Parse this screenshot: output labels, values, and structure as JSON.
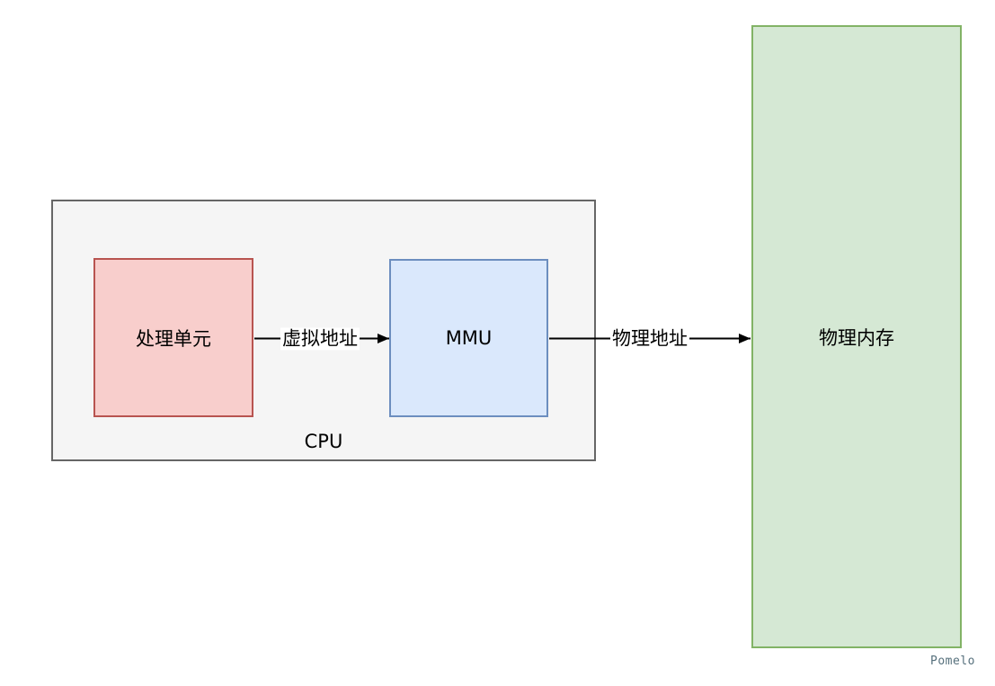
{
  "diagram": {
    "type": "flow",
    "colors": {
      "cpu_fill": "#f5f5f5",
      "cpu_border": "#666666",
      "processing_unit_fill": "#f8cecc",
      "processing_unit_border": "#b85450",
      "mmu_fill": "#dae8fc",
      "mmu_border": "#6c8ebf",
      "physical_memory_fill": "#d5e8d4",
      "physical_memory_border": "#82b366",
      "line": "#000000",
      "watermark": "#56707c"
    }
  },
  "nodes": {
    "cpu_group": {
      "label": "CPU"
    },
    "processing_unit": {
      "label": "处理单元"
    },
    "mmu": {
      "label": "MMU"
    },
    "physical_memory": {
      "label": "物理内存"
    }
  },
  "edges": {
    "virtual_address": {
      "label": "虚拟地址",
      "from": "processing_unit",
      "to": "mmu"
    },
    "physical_address": {
      "label": "物理地址",
      "from": "mmu",
      "to": "physical_memory"
    }
  },
  "watermark": {
    "text": "Pomelo"
  }
}
